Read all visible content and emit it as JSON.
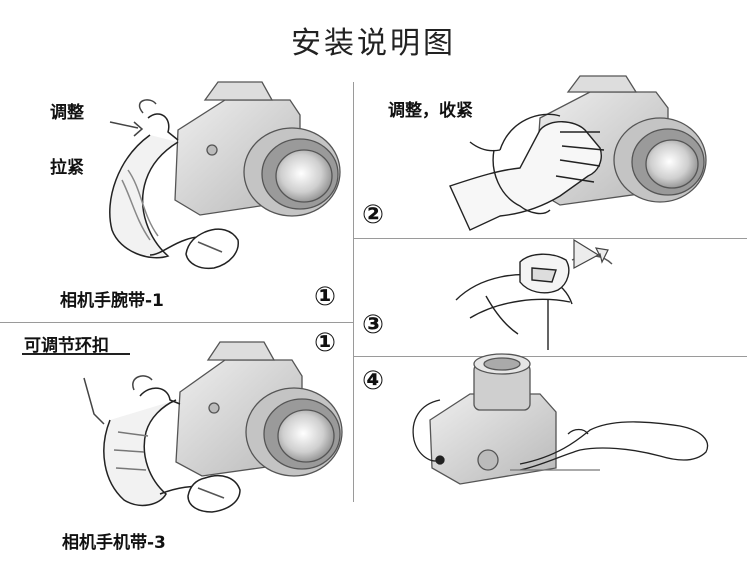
{
  "title": "安装说明图",
  "panel1": {
    "label_adjust": "调整",
    "label_tighten": "拉紧",
    "caption": "相机手腕带-1",
    "number": "①"
  },
  "panel2": {
    "label": "调整，收紧",
    "number": "②"
  },
  "panel3": {
    "number": "③"
  },
  "panel4": {
    "number": "④"
  },
  "panel5": {
    "label": "可调节环扣",
    "caption": "相机手机带-3",
    "number": "①"
  }
}
